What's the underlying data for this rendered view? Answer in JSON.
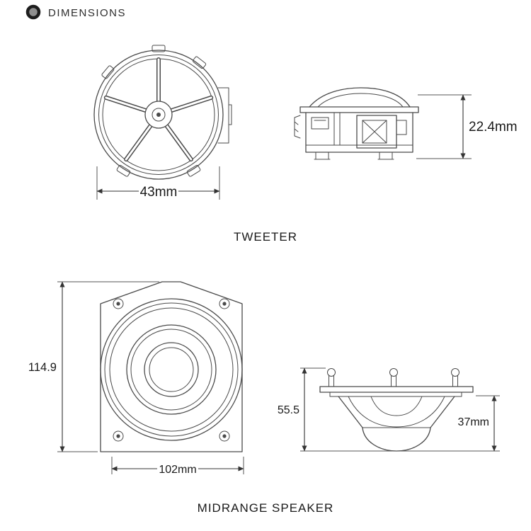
{
  "header": {
    "title": "DIMENSIONS",
    "bullet_icon": "filled-dot"
  },
  "tweeter": {
    "label": "TWEETER",
    "front_width": "43mm",
    "side_height": "22.4mm"
  },
  "midrange": {
    "label": "MIDRANGE SPEAKER",
    "front_height": "114.9",
    "front_width": "102mm",
    "side_height": "55.5",
    "side_depth": "37mm"
  },
  "colors": {
    "line": "#4a4a4a",
    "dimension": "#333333",
    "text": "#1a1a1a",
    "background": "#ffffff"
  }
}
